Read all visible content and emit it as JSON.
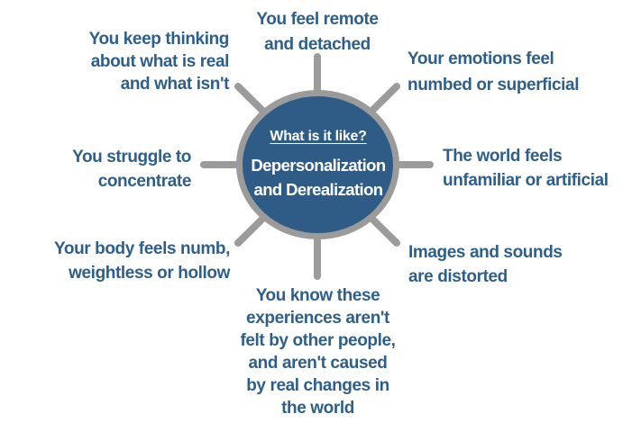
{
  "hub": {
    "question": "What is it like?",
    "title": [
      "Depersonalization",
      "and Derealization"
    ]
  },
  "colors": {
    "hub_fill": "#2e5c86",
    "spoke_gray": "#9b9b9b",
    "label_blue": "#2d5f8a",
    "hub_text": "#ffffff"
  },
  "labels": {
    "top": {
      "lines": [
        "You feel remote",
        "and detached"
      ]
    },
    "top_left": {
      "lines": [
        "You keep thinking",
        "about what is real",
        "and what isn't"
      ]
    },
    "top_right": {
      "lines": [
        "Your emotions feel",
        "numbed or superficial"
      ]
    },
    "left": {
      "lines": [
        "You struggle to",
        "concentrate"
      ]
    },
    "right": {
      "lines": [
        "The world feels",
        "unfamiliar or artificial"
      ]
    },
    "bottom_left": {
      "lines": [
        "Your body feels numb,",
        "weightless or hollow"
      ]
    },
    "bottom_right": {
      "lines": [
        "Images and sounds",
        "are distorted"
      ]
    },
    "bottom": {
      "lines": [
        "You know these",
        "experiences aren't",
        "felt by other people,",
        "and aren't caused",
        "by real changes in",
        "the world"
      ]
    }
  }
}
